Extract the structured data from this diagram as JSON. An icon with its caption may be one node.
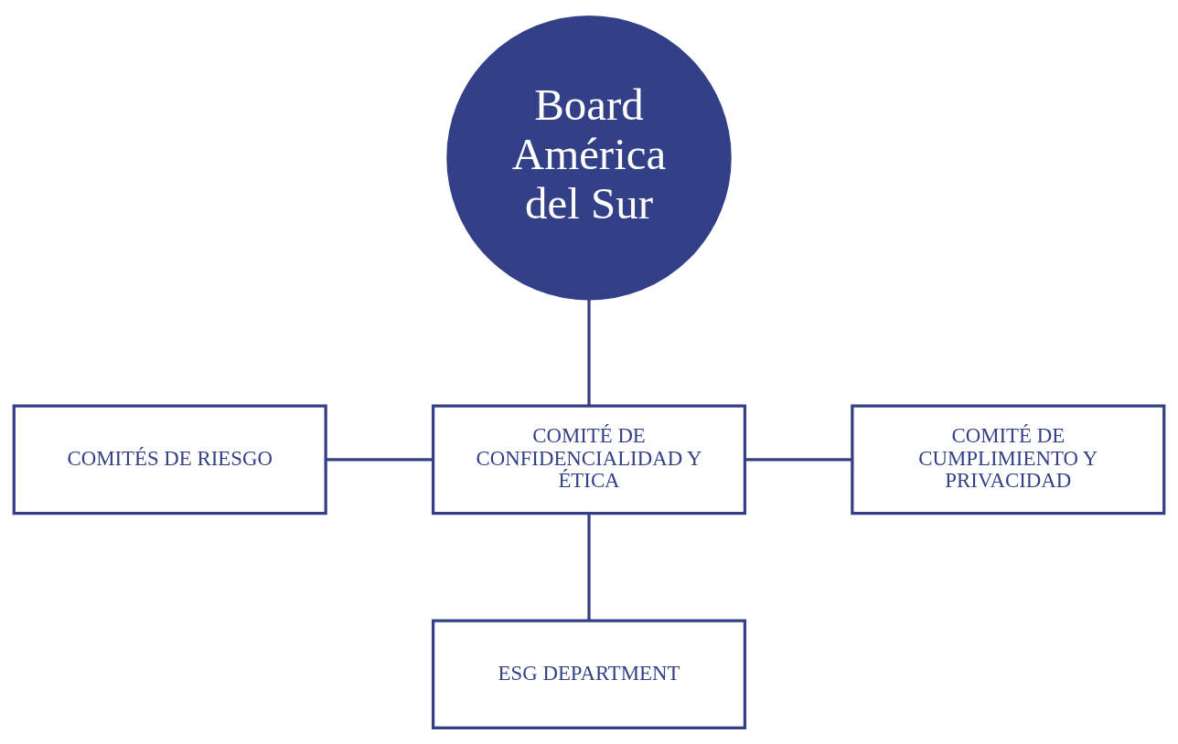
{
  "diagram": {
    "nodes": [
      {
        "text": [
          "Board América del Sur"
        ]
      },
      {
        "text": [
          "COMITÉS DE RIESGO"
        ]
      },
      {
        "text": [
          "COMITÉ DE CONFIDENCIALIDAD Y ÉTICA"
        ]
      },
      {
        "text": [
          "COMITÉ DE CUMPLIMIENTO Y PRIVACIDAD"
        ]
      },
      {
        "text": [
          "ESG DEPARTMENT"
        ]
      }
    ],
    "edges": [
      {
        "from": 0,
        "to": 2,
        "arrow": "none"
      },
      {
        "from": 1,
        "to": 2,
        "arrow": "none"
      },
      {
        "from": 2,
        "to": 3,
        "arrow": "none"
      },
      {
        "from": 2,
        "to": 4,
        "arrow": "none"
      }
    ]
  }
}
